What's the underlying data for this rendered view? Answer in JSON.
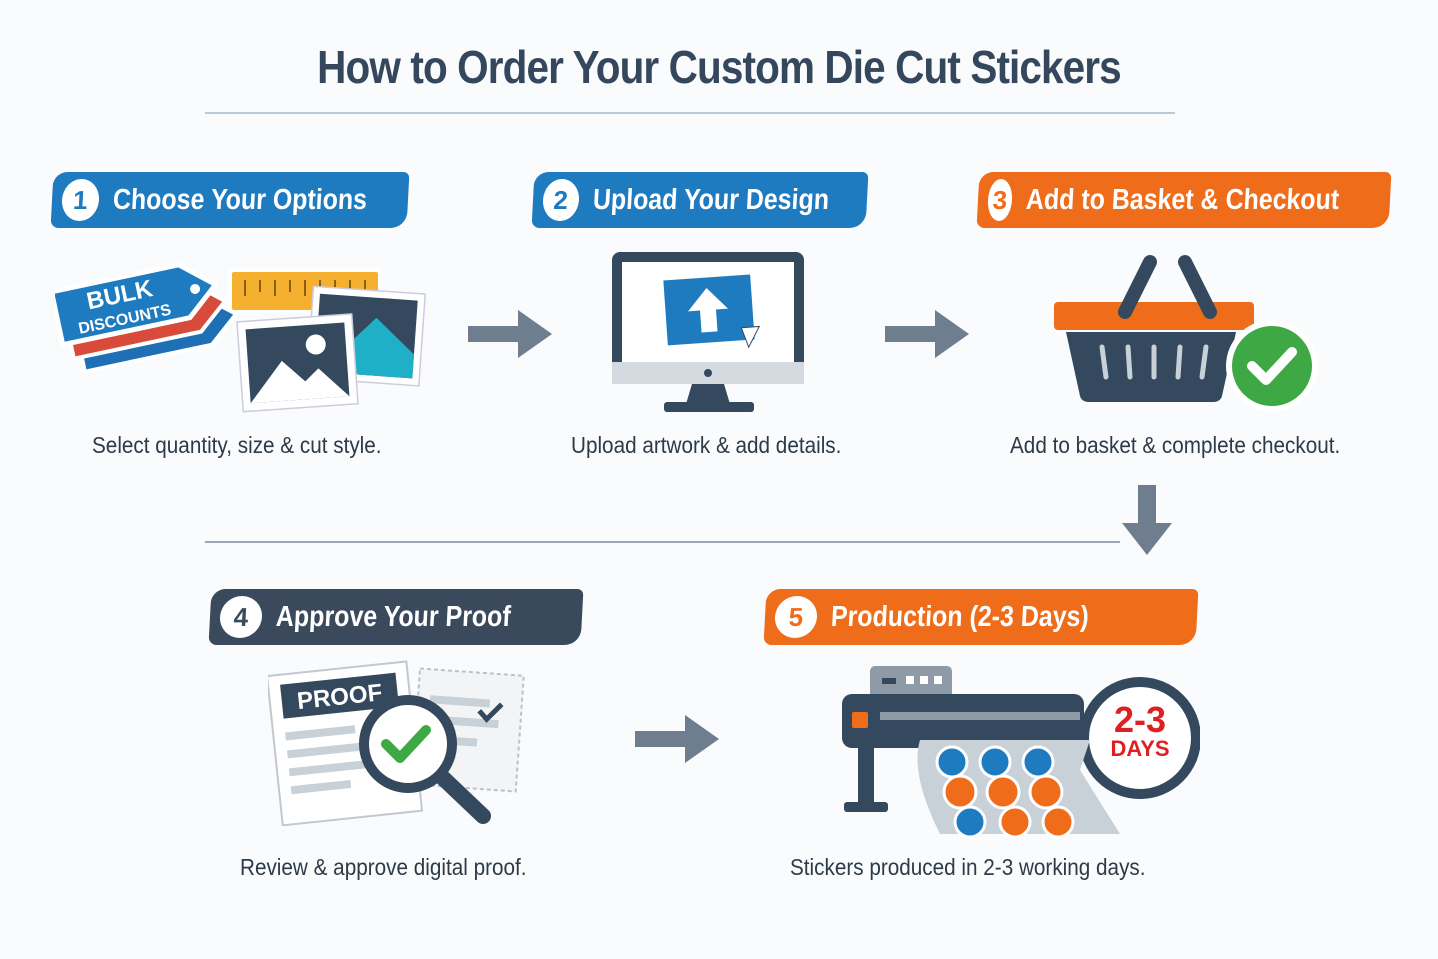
{
  "title": "How to Order Your Custom Die Cut Stickers",
  "steps": [
    {
      "number": "1",
      "label": "Choose Your Options",
      "description": "Select quantity, size & cut style.",
      "color": "#1f7bc0",
      "icon": "tags-ruler-photos-icon",
      "tag_text": [
        "BULK",
        "DISCOUNTS"
      ]
    },
    {
      "number": "2",
      "label": "Upload Your Design",
      "description": "Upload artwork & add details.",
      "color": "#1f7bc0",
      "icon": "monitor-upload-icon"
    },
    {
      "number": "3",
      "label": "Add to Basket & Checkout",
      "description": "Add to basket & complete checkout.",
      "color": "#ef6c1a",
      "icon": "basket-check-icon"
    },
    {
      "number": "4",
      "label": "Approve Your Proof",
      "description": "Review & approve digital proof.",
      "color": "#3a4a5c",
      "icon": "proof-magnifier-icon",
      "proof_text": "PROOF"
    },
    {
      "number": "5",
      "label": "Production (2-3 Days)",
      "description": "Stickers produced in 2-3 working days.",
      "color": "#ef6c1a",
      "icon": "printer-clock-icon",
      "clock_text": [
        "2-3",
        "DAYS"
      ]
    }
  ],
  "colors": {
    "blue": "#1f7bc0",
    "orange": "#ef6c1a",
    "slate": "#3a4a5c",
    "arrow": "#6f7e8e",
    "green": "#3ea844",
    "red": "#e02020"
  }
}
